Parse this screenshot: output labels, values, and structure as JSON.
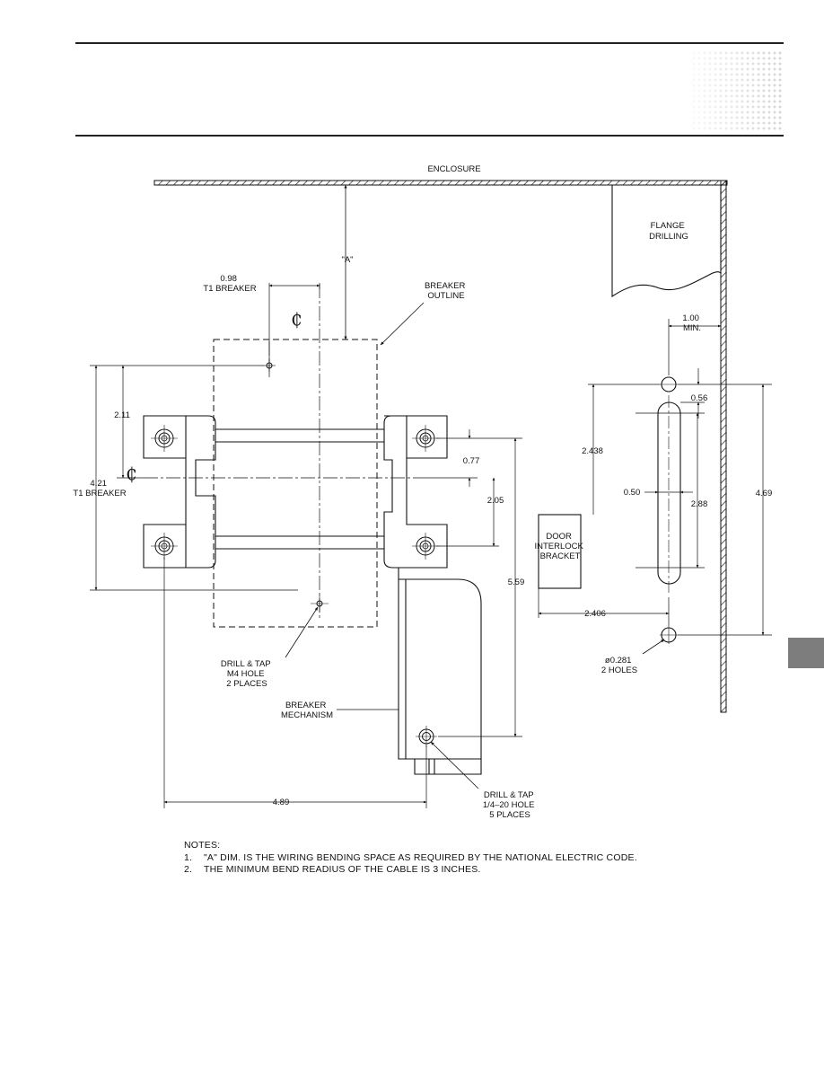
{
  "drawing": {
    "labels": {
      "enclosure": "ENCLOSURE",
      "flange": [
        "FLANGE",
        "DRILLING"
      ],
      "dim_a": "\"A\"",
      "t1_breaker_098": [
        "0.98",
        "T1 BREAKER"
      ],
      "breaker_outline": [
        "BREAKER",
        "OUTLINE"
      ],
      "min_100": [
        "1.00",
        "MIN."
      ],
      "dim_056": "0.56",
      "dim_211": "2.11",
      "dim_421": [
        "4.21",
        "T1 BREAKER"
      ],
      "dim_077": "0.77",
      "dim_2438": "2.438",
      "dim_050": "0.50",
      "dim_288": "2.88",
      "dim_469": "4.69",
      "dim_205": "2.05",
      "dim_559": "5.59",
      "door_interlock": [
        "DOOR",
        "INTERLOCK",
        "BRACKET"
      ],
      "dim_2406": "2.406",
      "hole_0281": [
        "ø0.281",
        "2 HOLES"
      ],
      "drill_m4": [
        "DRILL & TAP",
        "M4 HOLE",
        "2 PLACES"
      ],
      "breaker_mechanism": [
        "BREAKER",
        "MECHANISM"
      ],
      "dim_489": "4.89",
      "drill_1420": [
        "DRILL & TAP",
        "1/4–20 HOLE",
        "5 PLACES"
      ]
    }
  },
  "notes": {
    "heading": "NOTES:",
    "items": [
      {
        "num": "1.",
        "text": "\"A\" DIM. IS THE WIRING BENDING SPACE AS REQUIRED BY THE NATIONAL ELECTRIC CODE."
      },
      {
        "num": "2.",
        "text": "THE MINIMUM BEND READIUS OF THE CABLE IS 3 INCHES."
      }
    ]
  }
}
